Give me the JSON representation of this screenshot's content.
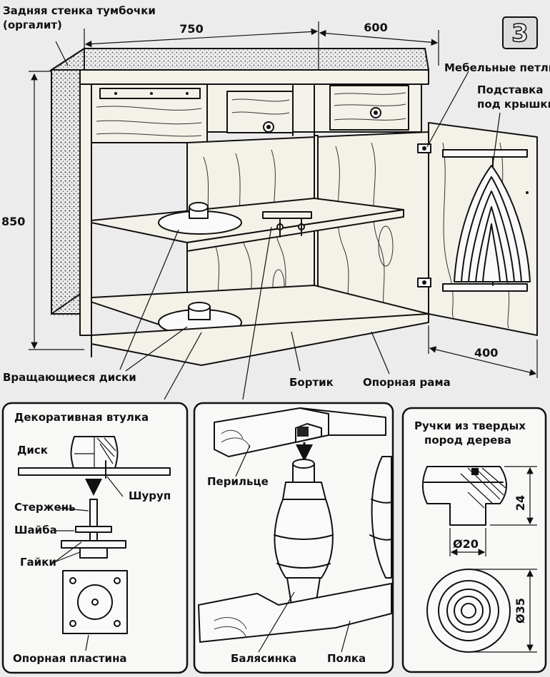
{
  "labels": {
    "back_wall": "Задняя стенка тумбочки",
    "back_wall_material": "(оргалит)",
    "hinges": "Мебельные петли",
    "lid_stand_1": "Подставка",
    "lid_stand_2": "под крышки",
    "rotating_discs": "Вращающиеся диски",
    "rim": "Бортик",
    "support_frame": "Опорная рама"
  },
  "figure_number": "3",
  "dimensions": {
    "width": "750",
    "depth": "600",
    "height": "850",
    "door_width": "400"
  },
  "detail_bushing": {
    "title": "Декоративная втулка",
    "disc": "Диск",
    "screw": "Шуруп",
    "rod": "Стержень",
    "washer": "Шайба",
    "nuts": "Гайки",
    "base_plate": "Опорная пластина"
  },
  "detail_railing": {
    "rail": "Перильце",
    "baluster": "Балясинка",
    "shelf": "Полка"
  },
  "detail_handle": {
    "title_1": "Ручки из твердых",
    "title_2": "пород дерева",
    "height": "24",
    "neck_diameter": "Ø20",
    "diameter": "Ø35"
  }
}
